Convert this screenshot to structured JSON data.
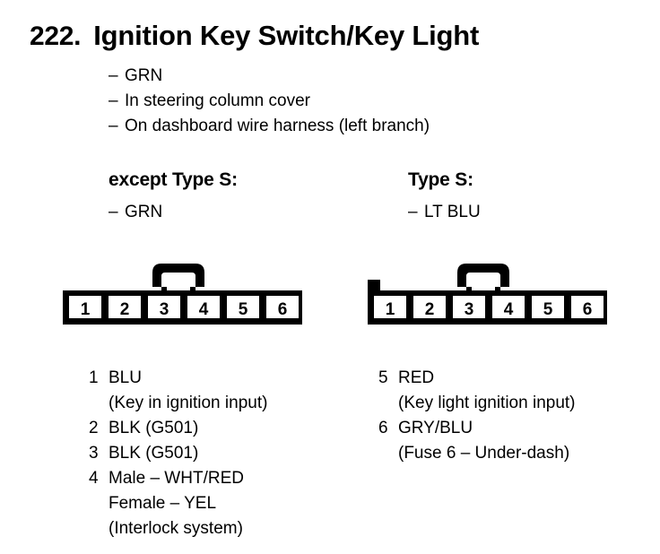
{
  "header": {
    "number": "222.",
    "title": "Ignition Key Switch/Key Light"
  },
  "notes": [
    {
      "dash": "–",
      "text": "GRN"
    },
    {
      "dash": "–",
      "text": "In steering column cover"
    },
    {
      "dash": "–",
      "text": "On dashboard wire harness (left branch)"
    }
  ],
  "variants": {
    "left": {
      "heading": "except Type S:",
      "dash": "–",
      "color": "GRN"
    },
    "right": {
      "heading": "Type S:",
      "dash": "–",
      "color": "LT BLU"
    }
  },
  "connectors": {
    "left": {
      "name": "6-pin-connector-except-type-s",
      "pins": [
        "1",
        "2",
        "3",
        "4",
        "5",
        "6"
      ],
      "has_latch_tab": true,
      "has_corner_notch": false
    },
    "right": {
      "name": "6-pin-connector-type-s",
      "pins": [
        "1",
        "2",
        "3",
        "4",
        "5",
        "6"
      ],
      "has_latch_tab": true,
      "has_corner_notch": true
    }
  },
  "pin_list_left": [
    {
      "num": "1",
      "lines": [
        "BLU",
        "(Key in ignition input)"
      ]
    },
    {
      "num": "2",
      "lines": [
        "BLK (G501)"
      ]
    },
    {
      "num": "3",
      "lines": [
        "BLK (G501)"
      ]
    },
    {
      "num": "4",
      "lines": [
        "Male – WHT/RED",
        "Female – YEL",
        "(Interlock system)"
      ]
    }
  ],
  "pin_list_right": [
    {
      "num": "5",
      "lines": [
        "RED",
        "(Key light ignition input)"
      ]
    },
    {
      "num": "6",
      "lines": [
        "GRY/BLU",
        "(Fuse 6 – Under-dash)"
      ]
    }
  ],
  "colors": {
    "ink": "#000000",
    "paper": "#ffffff"
  }
}
